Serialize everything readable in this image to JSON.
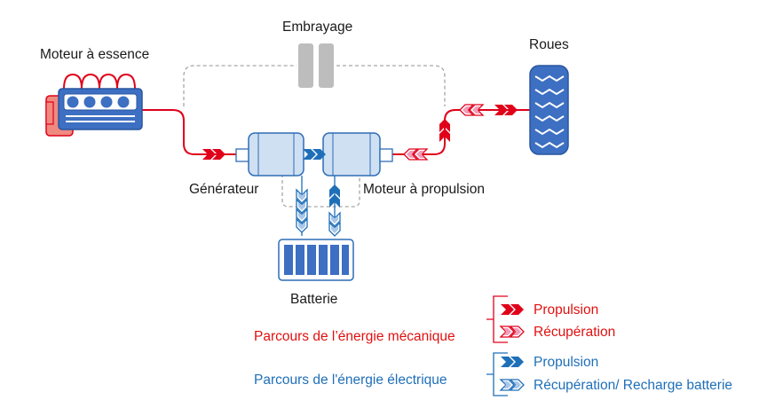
{
  "labels": {
    "engine": "Moteur à essence",
    "clutch": "Embrayage",
    "wheels": "Roues",
    "generator": "Générateur",
    "motor": "Moteur à propulsion",
    "battery": "Batterie"
  },
  "legend": {
    "mechanical": {
      "title": "Parcours de l’énergie mécanique",
      "propulsion": "Propulsion",
      "recovery": "Récupération"
    },
    "electrical": {
      "title": "Parcours de l'énergie électrique",
      "propulsion": "Propulsion",
      "recovery": "Récupération/ Recharge batterie"
    }
  },
  "colors": {
    "mechanical_path": "#e0001a",
    "mechanical_recovery": "#f7b2c8",
    "electrical_path": "#1f6fb8",
    "electrical_recovery": "#a9c6e8",
    "component_fill": "#cfe0f3",
    "component_stroke": "#2f6db5",
    "engine_blue": "#3d6fc2",
    "clutch_gray": "#bdbdbd",
    "dashed_gray": "#a6a6a6"
  }
}
